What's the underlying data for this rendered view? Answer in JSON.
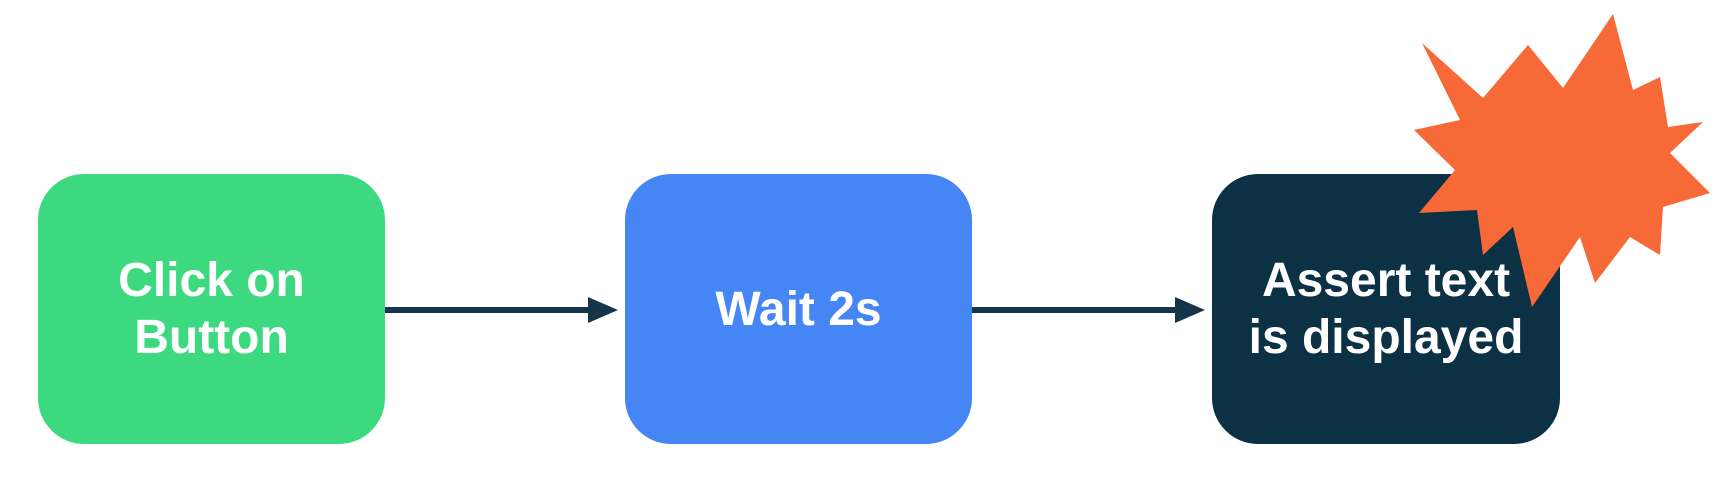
{
  "diagram": {
    "title": "test-automation-flow",
    "background_color": "#FFFFFF",
    "nodes": [
      {
        "id": "click-on-button",
        "label": "Click on Button",
        "lines": [
          "Click on",
          "Button"
        ],
        "fill_color": "#3DD980",
        "text_color": "#FFFFFF",
        "shape": "rounded-rectangle"
      },
      {
        "id": "wait-2s",
        "label": "Wait 2s",
        "lines": [
          "Wait 2s"
        ],
        "fill_color": "#4585F4",
        "text_color": "#FFFFFF",
        "shape": "rounded-rectangle"
      },
      {
        "id": "assert-text-is-displayed",
        "label": "Assert text is displayed",
        "lines": [
          "Assert text",
          "is displayed"
        ],
        "fill_color": "#0C3144",
        "text_color": "#FFFFFF",
        "shape": "rounded-rectangle"
      }
    ],
    "edges": [
      {
        "from": "click-on-button",
        "to": "wait-2s",
        "style": "arrow-right"
      },
      {
        "from": "wait-2s",
        "to": "assert-text-is-displayed",
        "style": "arrow-right"
      }
    ],
    "arrow_color": "#16344A",
    "decorations": [
      {
        "id": "explosion-burst",
        "type": "starburst",
        "color": "#F76937",
        "position": "top-right-corner-of-assert-node"
      }
    ]
  }
}
